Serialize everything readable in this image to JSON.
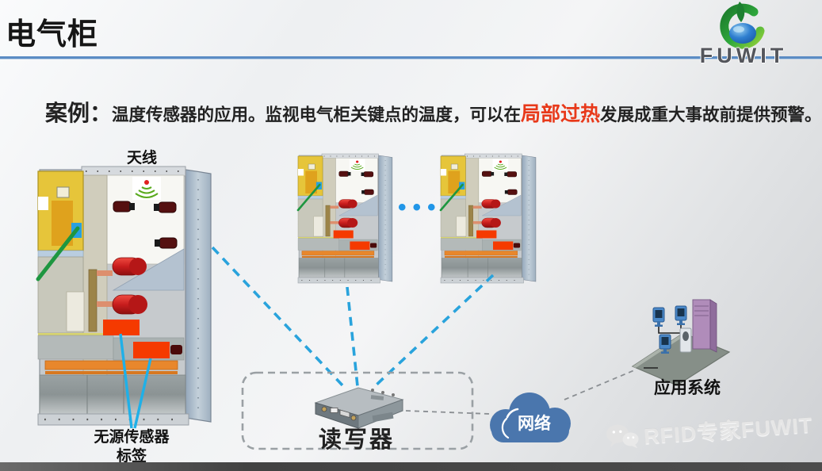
{
  "header": {
    "title": "电气柜",
    "brand": "FUWIT"
  },
  "case": {
    "label": "案例：",
    "text_before": "温度传感器的应用。监视电气柜关键点的温度，可以在",
    "highlight": "局部过热",
    "text_after": "发展成重大事故前提供预警。"
  },
  "diagram": {
    "antenna_label": "天线",
    "ellipsis": "•••",
    "sensor_tag_label": [
      "无源传感器",
      "标签"
    ],
    "reader_label": "读写器",
    "network_label": "网络",
    "app_system_label": "应用系统"
  },
  "watermark": {
    "text": "RFID专家FUWIT"
  },
  "icons": {
    "brand_logo": "fuwit-swirl-logo",
    "antenna": "wifi-signal-icon",
    "network": "cloud-icon",
    "watermark": "wechat-icon"
  },
  "colors": {
    "highlight_red": "#e8391a",
    "connector_blue": "#29a3dc",
    "cloud_blue": "#4a76ad",
    "sensor_tag_orange": "#f53a00",
    "accent_line_blue": "#5b8cc4",
    "logo_green": "#2e9e3c",
    "logo_blue": "#2f7fd0"
  }
}
